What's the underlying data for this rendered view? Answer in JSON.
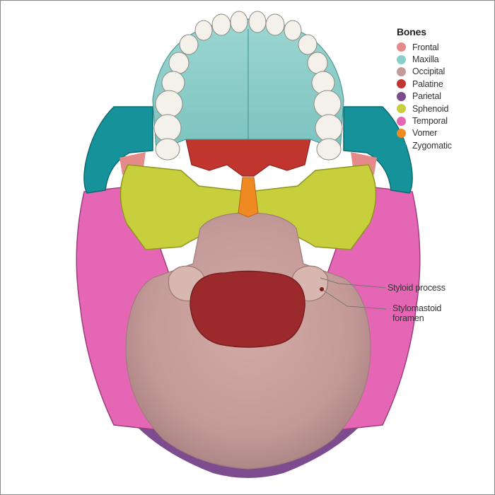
{
  "legend": {
    "title": "Bones",
    "items": [
      {
        "label": "Frontal",
        "color": "#e58a8a"
      },
      {
        "label": "Maxilla",
        "color": "#88cfcc"
      },
      {
        "label": "Occipital",
        "color": "#c39a98"
      },
      {
        "label": "Palatine",
        "color": "#c0362f"
      },
      {
        "label": "Parietal",
        "color": "#7d4c8e"
      },
      {
        "label": "Sphenoid",
        "color": "#c8cf3c"
      },
      {
        "label": "Temporal",
        "color": "#e466b4"
      },
      {
        "label": "Vomer",
        "color": "#ef8a22"
      },
      {
        "label": "Zygomatic",
        "color": "#16939a"
      }
    ]
  },
  "callouts": {
    "styloid": "Styloid process",
    "stylomastoid_line1": "Stylomastoid",
    "stylomastoid_line2": "foramen"
  }
}
